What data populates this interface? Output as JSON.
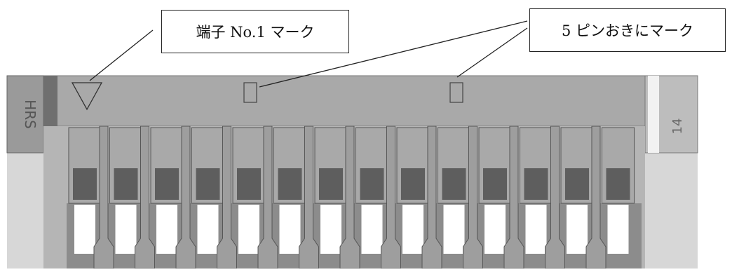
{
  "callouts": {
    "pin1_mark": "端子 No.1 マーク",
    "every5_mark": "5 ピンおきにマーク"
  },
  "connector": {
    "brand_mark": "HRS",
    "pin_count_mark": "14",
    "pin_count": 14,
    "colors": {
      "body": "#a9a9a9",
      "body_dark": "#6f6f6f",
      "contact_dark": "#5e5e5e",
      "contact_light": "#d8d8d8",
      "window": "#ffffff"
    }
  }
}
